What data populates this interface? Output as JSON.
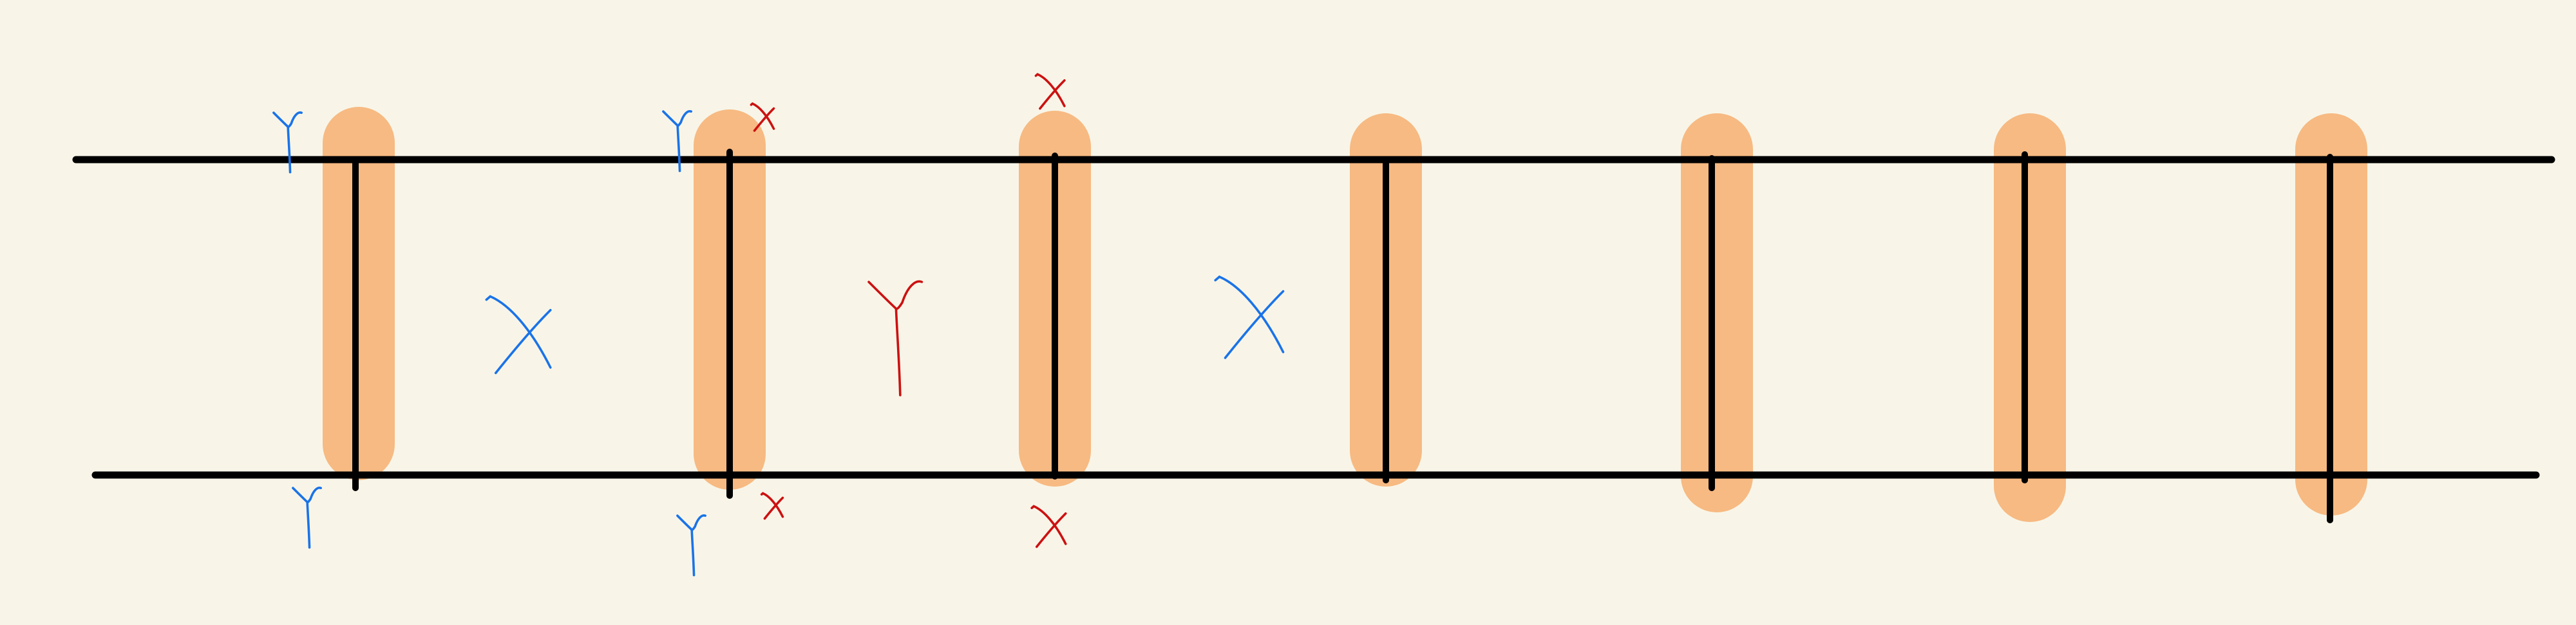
{
  "diagram": {
    "background_color": "#f8f5e8",
    "band_color": "#f7ba82",
    "line_color": "#000000",
    "mark_blue": "#1a73e8",
    "mark_red": "#cc1111",
    "rungs": [
      {
        "id": 1,
        "top_marks": [
          "Y"
        ],
        "bottom_marks": [
          "Y"
        ],
        "between_after": "X"
      },
      {
        "id": 2,
        "top_marks": [
          "Y",
          "X"
        ],
        "bottom_marks": [
          "Y",
          "X"
        ],
        "between_after": "Y"
      },
      {
        "id": 3,
        "top_marks": [
          "X"
        ],
        "bottom_marks": [
          "X"
        ],
        "between_after": "X"
      },
      {
        "id": 4,
        "top_marks": [],
        "bottom_marks": [],
        "between_after": null
      },
      {
        "id": 5,
        "top_marks": [],
        "bottom_marks": [],
        "between_after": null
      },
      {
        "id": 6,
        "top_marks": [],
        "bottom_marks": [],
        "between_after": null
      },
      {
        "id": 7,
        "top_marks": [],
        "bottom_marks": [],
        "between_after": null
      }
    ]
  }
}
